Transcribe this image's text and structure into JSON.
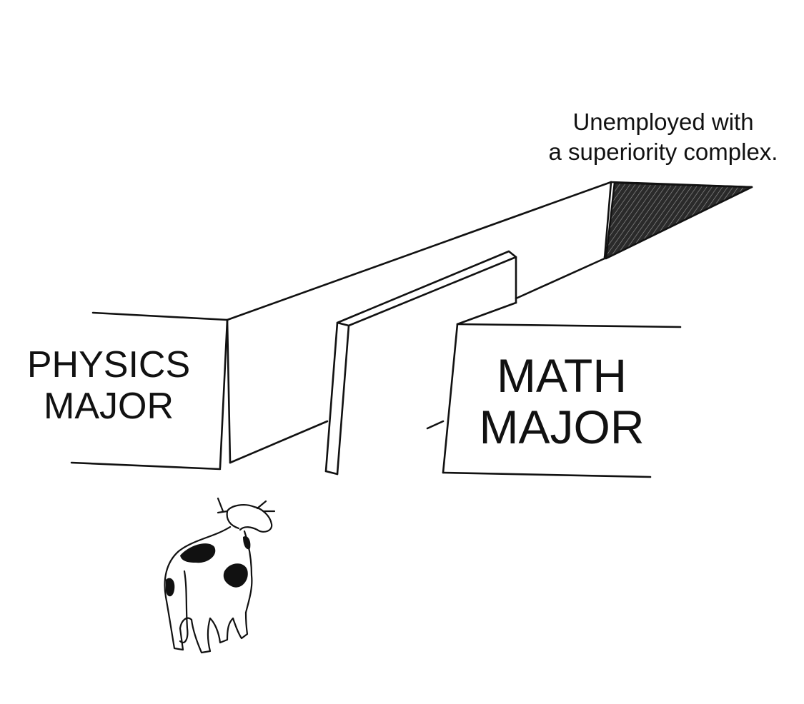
{
  "meme": {
    "outcome_label": {
      "line1": "Unemployed with",
      "line2": "a superiority complex."
    },
    "left_path_label": {
      "line1": "PHYSICS",
      "line2": "MAJOR"
    },
    "right_path_label": {
      "line1": "MATH",
      "line2": "MAJOR"
    }
  },
  "colors": {
    "ink": "#111111",
    "background": "#ffffff"
  }
}
